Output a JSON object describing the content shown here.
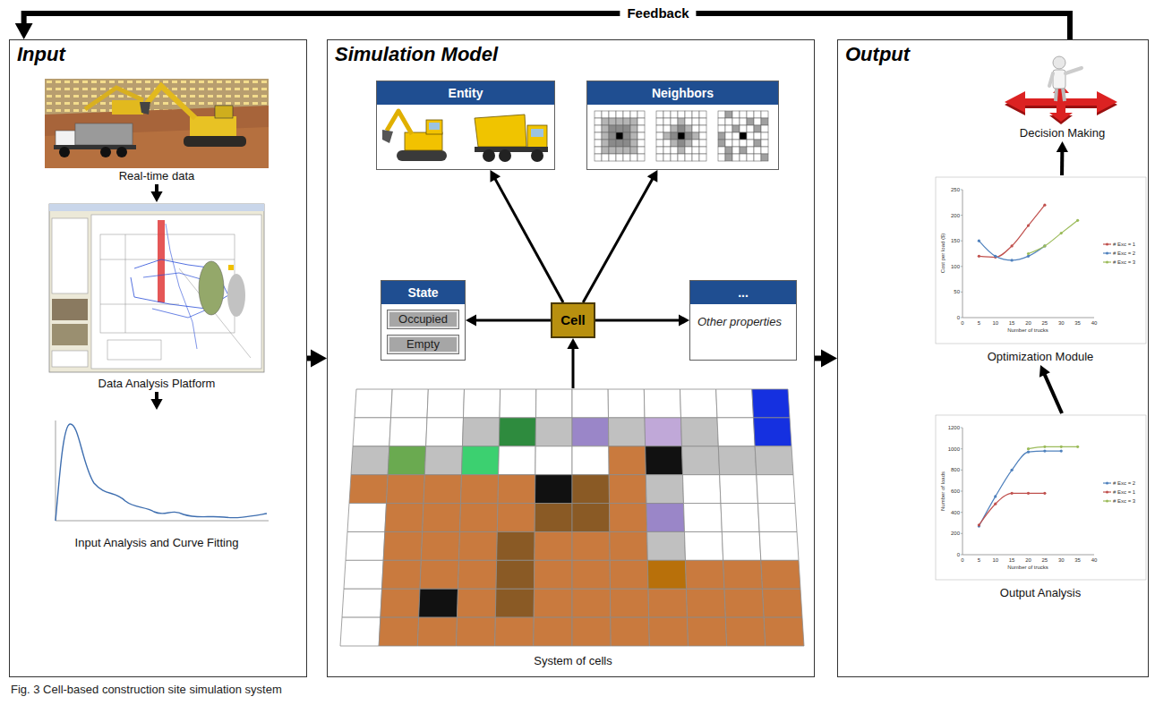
{
  "diagram": {
    "caption": "Fig. 3 Cell-based construction site simulation system",
    "nodes": [
      {
        "text": [
          "Input"
        ]
      },
      {
        "text": [
          "Real-time data"
        ],
        "in": 0
      },
      {
        "text": [
          "Data Analysis Platform"
        ],
        "in": 0
      },
      {
        "text": [
          "Input Analysis and Curve Fitting"
        ],
        "in": 0
      },
      {
        "text": [
          "Simulation Model"
        ]
      },
      {
        "text": [
          "Entity"
        ],
        "in": 4
      },
      {
        "text": [
          "Neighbors"
        ],
        "in": 4
      },
      {
        "text": [
          "State"
        ],
        "in": 4
      },
      {
        "text": [
          "Occupied"
        ],
        "in": 7
      },
      {
        "text": [
          "Empty"
        ],
        "in": 7
      },
      {
        "text": [
          "...",
          "Other properties"
        ],
        "in": 4
      },
      {
        "text": [
          "Cell"
        ],
        "in": 4
      },
      {
        "text": [
          "System of cells"
        ],
        "in": 4
      },
      {
        "text": [
          "Output"
        ]
      },
      {
        "text": [
          "Decision Making"
        ],
        "in": 13
      },
      {
        "text": [
          "Optimization Module"
        ],
        "in": 13
      },
      {
        "text": [
          "Output Analysis"
        ],
        "in": 13
      }
    ],
    "edges": [
      {
        "from": 0,
        "to": 4,
        "arrow": "to"
      },
      {
        "from": 4,
        "to": 13,
        "arrow": "to"
      },
      {
        "from": 13,
        "to": 0,
        "label": "Feedback",
        "arrow": "to"
      },
      {
        "from": 1,
        "to": 2,
        "arrow": "to"
      },
      {
        "from": 2,
        "to": 3,
        "arrow": "to"
      },
      {
        "from": 12,
        "to": 11,
        "arrow": "to"
      },
      {
        "from": 11,
        "to": 5,
        "arrow": "to"
      },
      {
        "from": 11,
        "to": 6,
        "arrow": "to"
      },
      {
        "from": 11,
        "to": 7,
        "arrow": "to"
      },
      {
        "from": 11,
        "to": 10,
        "arrow": "to"
      },
      {
        "from": 16,
        "to": 15,
        "arrow": "to"
      },
      {
        "from": 15,
        "to": 14,
        "arrow": "to"
      }
    ],
    "labels": [
      "0",
      "50",
      "100",
      "150",
      "200",
      "250",
      "0",
      "5",
      "10",
      "15",
      "20",
      "25",
      "30",
      "35",
      "40",
      "Cost per load ($)",
      "Number of trucks",
      "0",
      "200",
      "400",
      "600",
      "800",
      "1000",
      "1200",
      "0",
      "5",
      "10",
      "15",
      "20",
      "25",
      "30",
      "35",
      "40",
      "Number of loads",
      "Number of trucks"
    ],
    "legend": [
      {
        "text": "# Exc = 1"
      },
      {
        "text": "# Exc = 2"
      },
      {
        "text": "# Exc = 3"
      },
      {
        "text": "# Exc = 2"
      },
      {
        "text": "# Exc = 1"
      },
      {
        "text": "# Exc = 3"
      }
    ]
  }
}
